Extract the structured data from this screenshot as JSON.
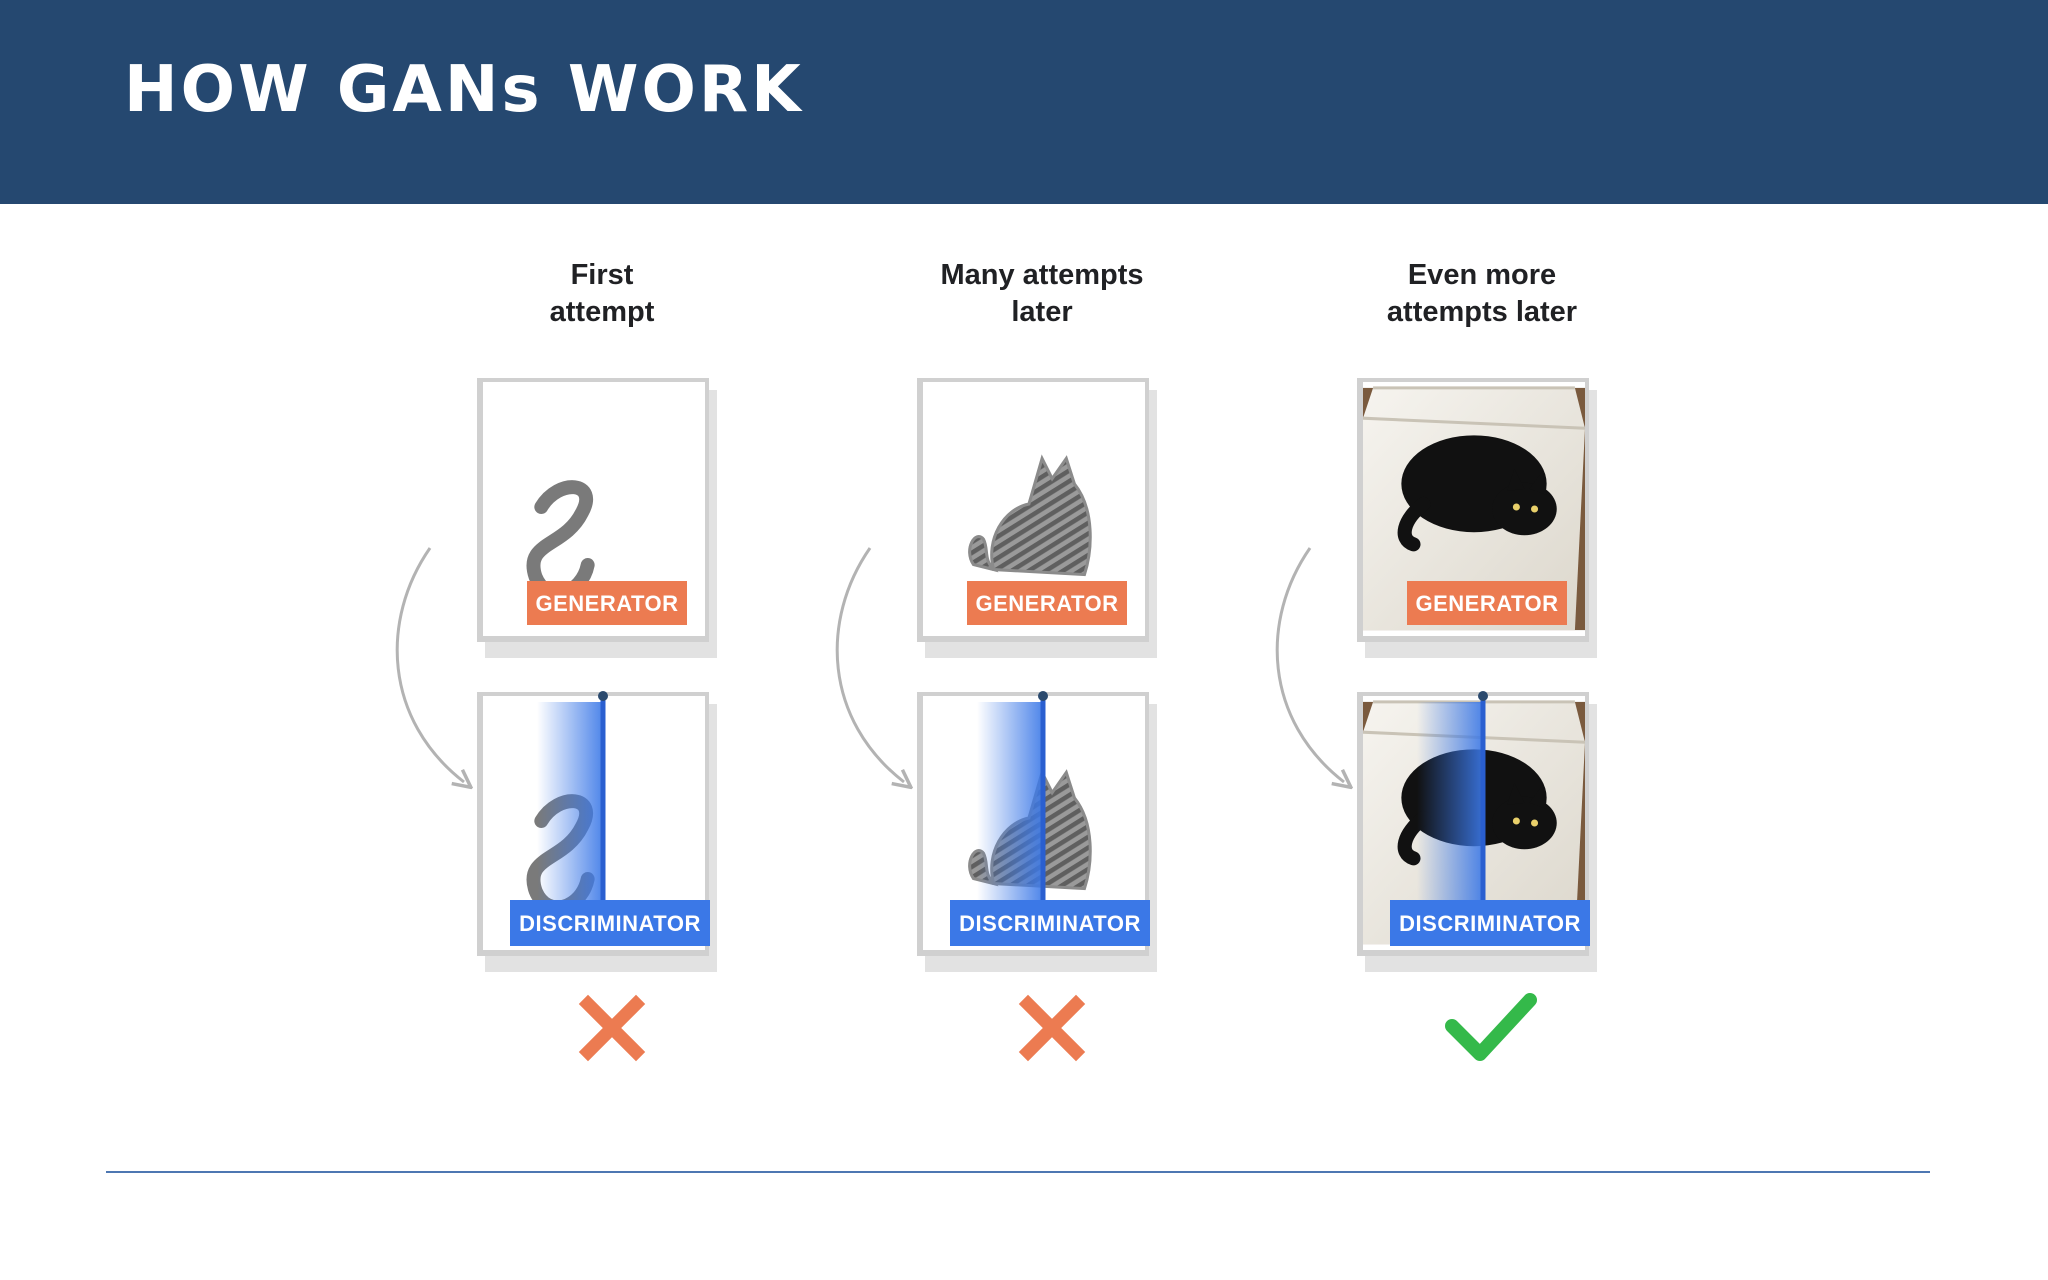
{
  "header": {
    "title": "HOW GANs WORK"
  },
  "colors": {
    "header_bg": "#254870",
    "generator_badge": "#ec7b51",
    "discriminator_badge": "#3b78e7",
    "reject_mark": "#ec7b51",
    "accept_mark": "#34b94a",
    "footer_line": "#4d77b2"
  },
  "stages": [
    {
      "title_line1": "First",
      "title_line2": "attempt",
      "generator_label": "GENERATOR",
      "discriminator_label": "DISCRIMINATOR",
      "sample": "squiggle",
      "verdict": "reject",
      "verdict_icon": "cross-icon"
    },
    {
      "title_line1": "Many attempts",
      "title_line2": "later",
      "generator_label": "GENERATOR",
      "discriminator_label": "DISCRIMINATOR",
      "sample": "scribble-cat",
      "verdict": "reject",
      "verdict_icon": "cross-icon"
    },
    {
      "title_line1": "Even more",
      "title_line2": "attempts later",
      "generator_label": "GENERATOR",
      "discriminator_label": "DISCRIMINATOR",
      "sample": "cat-photo",
      "verdict": "accept",
      "verdict_icon": "check-icon"
    }
  ]
}
